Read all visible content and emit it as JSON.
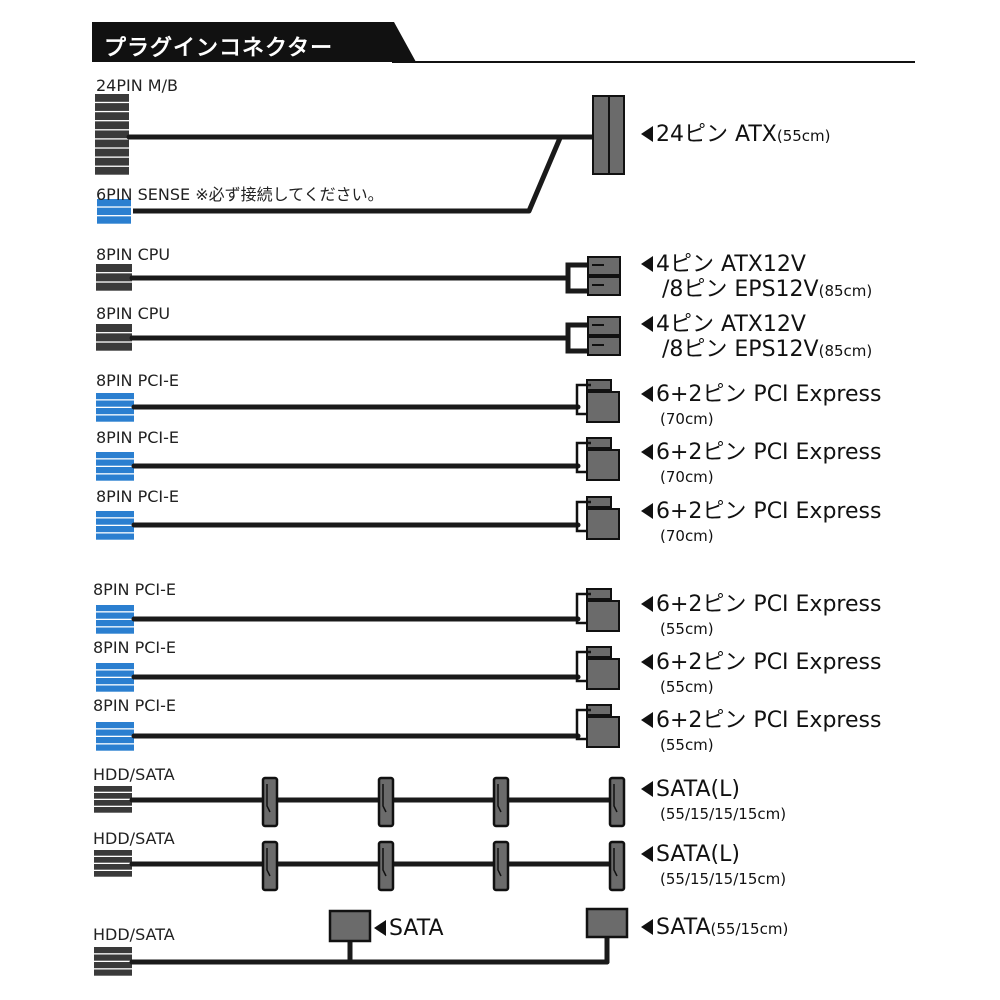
{
  "title": "プラグインコネクター",
  "colors": {
    "cable": "#1a1a1a",
    "connector_gray": "#6b6b6b",
    "connector_dark": "#3a3a3a",
    "connector_blue": "#2b7fd0",
    "outline": "#111111"
  },
  "rows": [
    {
      "left": "24PIN M/B",
      "line1": "24ピン ATX",
      "small1": "(55cm)"
    },
    {
      "left": "6PIN SENSE ※必ず接続してください。"
    },
    {
      "left": "8PIN CPU",
      "line1": "4ピン ATX12V",
      "line2": "/8ピン EPS12V",
      "small2": "(85cm)"
    },
    {
      "left": "8PIN CPU",
      "line1": "4ピン ATX12V",
      "line2": "/8ピン EPS12V",
      "small2": "(85cm)"
    },
    {
      "left": "8PIN PCI-E",
      "line1": "6+2ピン PCI Express",
      "small_line": "(70cm)"
    },
    {
      "left": "8PIN PCI-E",
      "line1": "6+2ピン PCI Express",
      "small_line": "(70cm)"
    },
    {
      "left": "8PIN PCI-E",
      "line1": "6+2ピン PCI Express",
      "small_line": "(70cm)"
    },
    {
      "left": "8PIN PCI-E",
      "line1": "6+2ピン PCI Express",
      "small_line": "(55cm)"
    },
    {
      "left": "8PIN PCI-E",
      "line1": "6+2ピン PCI Express",
      "small_line": "(55cm)"
    },
    {
      "left": "8PIN PCI-E",
      "line1": "6+2ピン PCI Express",
      "small_line": "(55cm)"
    },
    {
      "left": "HDD/SATA",
      "line1": "SATA(L)",
      "small_line": "(55/15/15/15cm)"
    },
    {
      "left": "HDD/SATA",
      "line1": "SATA(L)",
      "small_line": "(55/15/15/15cm)"
    },
    {
      "left": "HDD/SATA",
      "line1": "SATA",
      "small1": "(55/15cm)",
      "mid_label": "SATA"
    }
  ]
}
